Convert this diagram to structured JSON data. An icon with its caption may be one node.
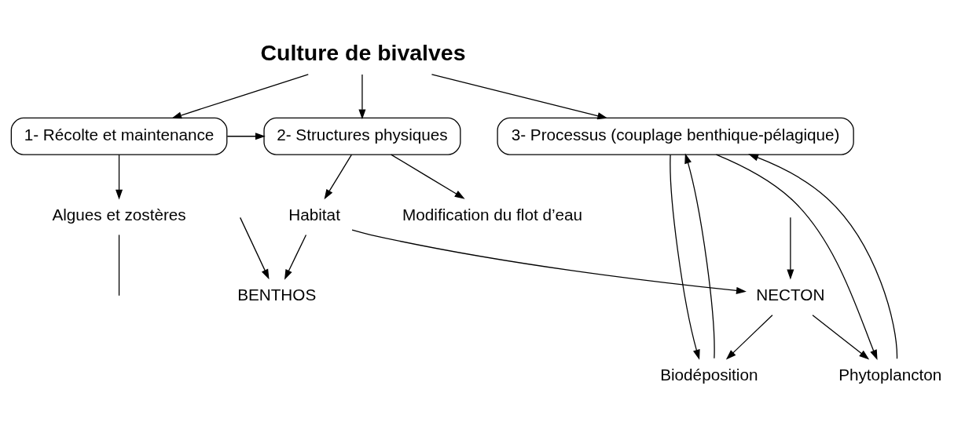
{
  "diagram": {
    "nodes": [
      {
        "text": [
          "Culture de bivalves"
        ]
      },
      {
        "text": [
          "1- Récolte et maintenance"
        ]
      },
      {
        "text": [
          "2- Structures physiques"
        ]
      },
      {
        "text": [
          "3- Processus (couplage benthique-pélagique)"
        ]
      },
      {
        "text": [
          "Algues et zostères"
        ]
      },
      {
        "text": [
          "Habitat"
        ]
      },
      {
        "text": [
          "Modification du flot d’eau"
        ]
      },
      {
        "text": [
          "Phytoplancton"
        ]
      },
      {
        "text": [
          "Biodéposition"
        ]
      },
      {
        "text": [
          "BENTHOS"
        ]
      },
      {
        "text": [
          "NECTON"
        ]
      }
    ],
    "edges": [
      {
        "from": 0,
        "to": 1,
        "arrow": "to"
      },
      {
        "from": 0,
        "to": 2,
        "arrow": "to"
      },
      {
        "from": 0,
        "to": 3,
        "arrow": "to"
      },
      {
        "from": 1,
        "to": 2,
        "arrow": "to"
      },
      {
        "from": 1,
        "to": 4,
        "arrow": "to"
      },
      {
        "from": 2,
        "to": 5,
        "arrow": "to"
      },
      {
        "from": 2,
        "to": 6,
        "arrow": "to"
      },
      {
        "from": 3,
        "to": 7,
        "arrow": "to"
      },
      {
        "from": 3,
        "to": 8,
        "arrow": "to"
      },
      {
        "from": 7,
        "to": 3,
        "arrow": "to"
      },
      {
        "from": 8,
        "to": 3,
        "arrow": "to"
      },
      {
        "from": 5,
        "to": 9,
        "arrow": "to"
      },
      {
        "from": 5,
        "to": 10,
        "arrow": "to"
      },
      {
        "from": 10,
        "to": 7,
        "arrow": "to"
      },
      {
        "from": 10,
        "to": 8,
        "arrow": "to"
      },
      {
        "from": 4,
        "to": null,
        "arrow": "none"
      },
      {
        "from": null,
        "to": 9,
        "arrow": "to"
      },
      {
        "from": null,
        "to": 10,
        "arrow": "to"
      }
    ]
  }
}
